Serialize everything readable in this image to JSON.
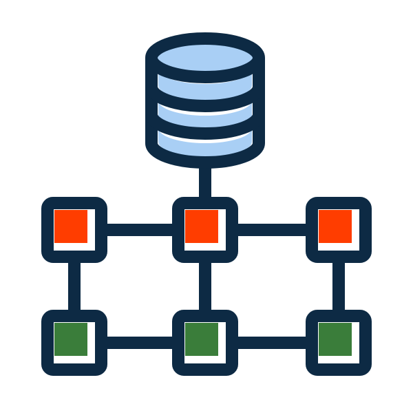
{
  "icon": {
    "name": "database-network-icon",
    "colors": {
      "outline": "#0d2a44",
      "database_fill": "#a9cff5",
      "database_body": "#ffffff",
      "node_top_fill": "#ff3d00",
      "node_bottom_fill": "#3a7d3a",
      "node_bg": "#ffffff",
      "background": "#ffffff"
    },
    "database": {
      "icon": "database-cylinder-icon"
    },
    "network": {
      "rows": [
        {
          "name": "top-row",
          "icon": "red-node-icon",
          "count": 3
        },
        {
          "name": "bottom-row",
          "icon": "green-node-icon",
          "count": 3
        }
      ]
    }
  }
}
